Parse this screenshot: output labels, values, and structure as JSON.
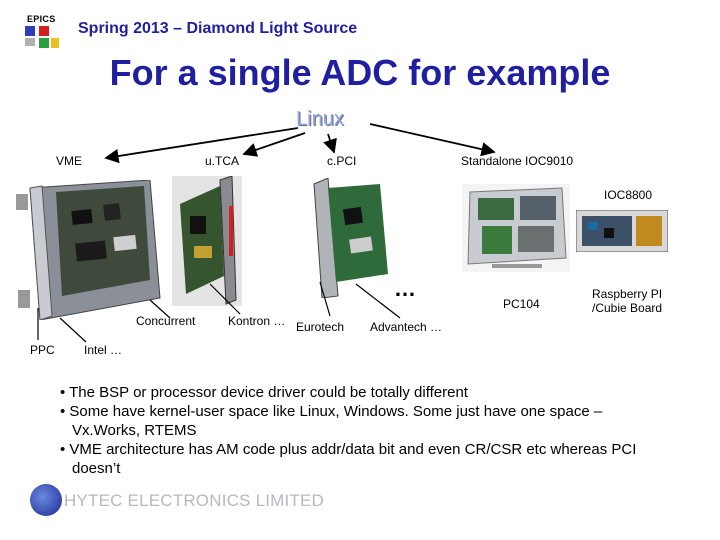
{
  "header": {
    "logo_text": "EPICS",
    "title": "Spring 2013 – Diamond Light Source"
  },
  "main_title": "For a single ADC for example",
  "hub_label": "Linux",
  "platforms": {
    "vme": "VME",
    "utca": "u.TCA",
    "cpci": "c.PCI",
    "standalone": "Standalone IOC9010",
    "ioc8800": "IOC8800",
    "concurrent": "Concurrent",
    "kontron": "Kontron …",
    "eurotech": "Eurotech",
    "advantech": "Advantech …",
    "pc104": "PC104",
    "raspberry": "Raspberry PI\n/Cubie Board",
    "ppc": "PPC",
    "intel": "Intel …",
    "more": "…"
  },
  "bullets": [
    "• The BSP or processor device driver could be totally different",
    "• Some have kernel-user space like Linux, Windows. Some just have one space – Vx.Works, RTEMS",
    "• VME architecture has AM code plus addr/data bit and even CR/CSR etc whereas PCI doesn’t"
  ],
  "footer": {
    "company": "HYTEC ELECTRONICS LIMITED"
  },
  "colors": {
    "title_blue": "#1f1fa0",
    "linux_grey": "#9aa8d0",
    "arrow": "#000000"
  }
}
